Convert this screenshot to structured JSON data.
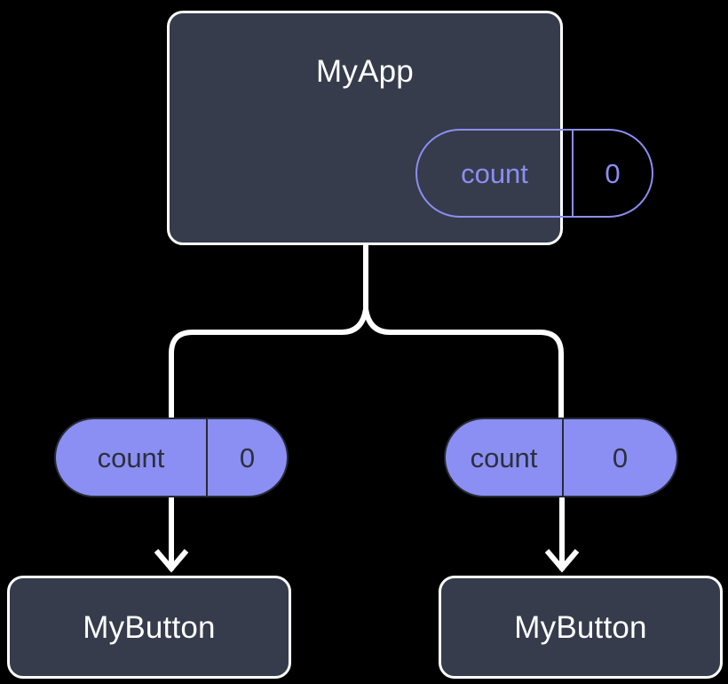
{
  "diagram": {
    "title_node": "MyApp",
    "background_color": "#000000",
    "node_fill": "#363c4b",
    "node_border": "#ffffff",
    "state_accent": "#8b8ef2",
    "state_text_dark": "#2b303c",
    "wire_color": "#ffffff"
  },
  "root": {
    "label": "MyApp",
    "state": {
      "key": "count",
      "value": "0"
    }
  },
  "branches": [
    {
      "state": {
        "key": "count",
        "value": "0"
      },
      "child": {
        "label": "MyButton"
      }
    },
    {
      "state": {
        "key": "count",
        "value": "0"
      },
      "child": {
        "label": "MyButton"
      }
    }
  ]
}
